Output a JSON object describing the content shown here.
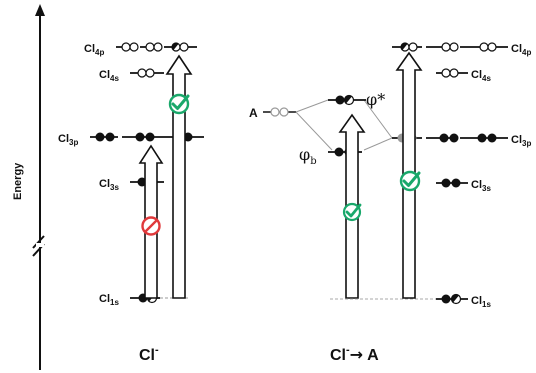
{
  "axis": {
    "label": "Energy"
  },
  "captions": {
    "left": "Cl",
    "left_sup": "-",
    "right": "Cl",
    "right_sup": "-",
    "right_arrow": "→",
    "right_target": "A"
  },
  "left_levels": {
    "l4p": {
      "base": "Cl",
      "sub": "4p"
    },
    "l4s": {
      "base": "Cl",
      "sub": "4s"
    },
    "l3p": {
      "base": "Cl",
      "sub": "3p"
    },
    "l3s": {
      "base": "Cl",
      "sub": "3s"
    },
    "l1s": {
      "base": "Cl",
      "sub": "1s"
    }
  },
  "right_levels": {
    "l4p": {
      "base": "Cl",
      "sub": "4p"
    },
    "l4s": {
      "base": "Cl",
      "sub": "4s"
    },
    "l3p": {
      "base": "Cl",
      "sub": "3p"
    },
    "l3s": {
      "base": "Cl",
      "sub": "3s"
    },
    "l1s": {
      "base": "Cl",
      "sub": "1s"
    }
  },
  "orbitals": {
    "acceptor": "A",
    "antibonding": "φ*",
    "bonding_base": "φ",
    "bonding_sub": "b"
  },
  "colors": {
    "allowed": "#1aa86b",
    "forbidden": "#e0393b",
    "ligand_mixed": "#9a9a9a",
    "ink": "#111111"
  },
  "transitions": [
    {
      "from": "Cl1s",
      "to": "Cl3p",
      "status": "forbidden",
      "icon": "prohibited-icon"
    },
    {
      "from": "Cl1s",
      "to": "Cl4p",
      "status": "allowed",
      "icon": "check-icon"
    },
    {
      "from": "Cl1s",
      "to": "φ*",
      "status": "allowed",
      "icon": "check-icon"
    },
    {
      "from": "Cl1s",
      "to": "Cl4p",
      "status": "allowed",
      "icon": "check-icon"
    }
  ]
}
